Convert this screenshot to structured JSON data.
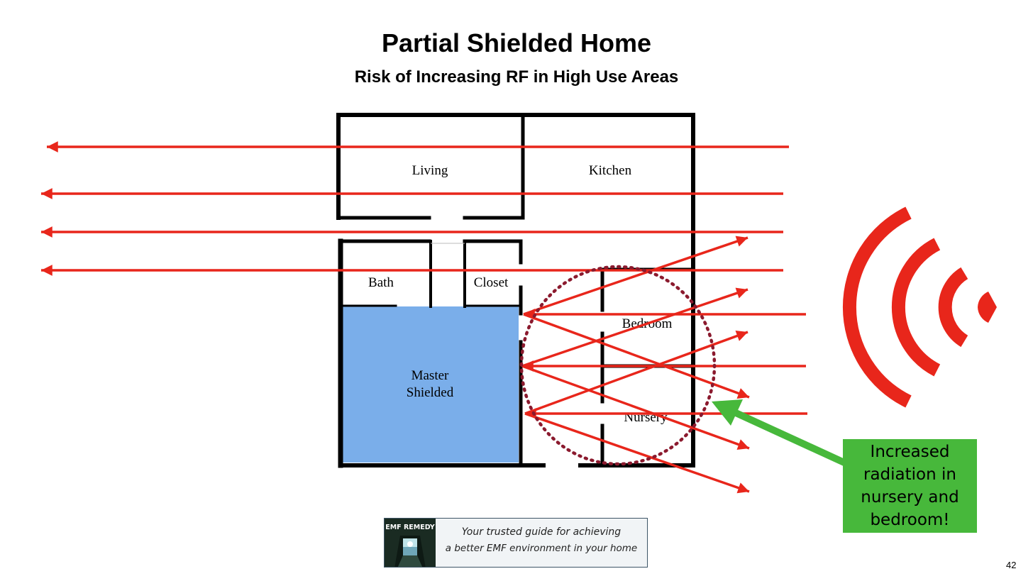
{
  "slide": {
    "title": "Partial Shielded Home",
    "subtitle": "Risk of Increasing RF in High Use Areas",
    "page_number": "42"
  },
  "rooms": {
    "living": "Living",
    "kitchen": "Kitchen",
    "bath": "Bath",
    "closet": "Closet",
    "master_line1": "Master",
    "master_line2": "Shielded",
    "bedroom": "Bedroom",
    "nursery": "Nursery"
  },
  "callout": {
    "text": "Increased radiation in nursery and bedroom!"
  },
  "banner": {
    "brand": "EMF REMEDY",
    "tagline_line1": "Your trusted guide for achieving",
    "tagline_line2": "a better EMF environment in your home"
  },
  "colors": {
    "rf_arrow": "#e8261b",
    "shielded_room": "#7aaeea",
    "callout_bg": "#47b83b",
    "highlight_circle": "#8b1a2e",
    "wall": "#000000"
  },
  "icons": {
    "signal": "wifi-signal-icon",
    "pointer": "green-arrow-icon"
  }
}
